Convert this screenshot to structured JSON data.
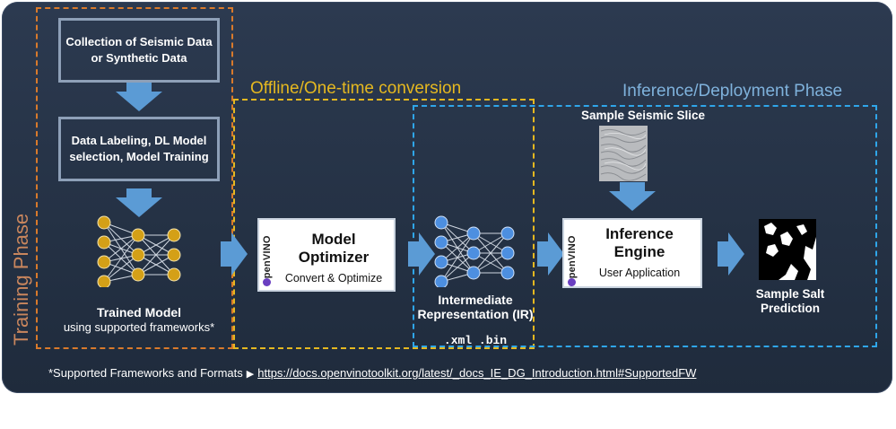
{
  "phases": {
    "training": "Training Phase",
    "offline": "Offline/One-time conversion",
    "inference": "Inference/Deployment Phase"
  },
  "steps": {
    "collection": "Collection of Seismic Data or Synthetic Data",
    "labeling": "Data Labeling, DL Model selection, Model Training"
  },
  "trained_model": {
    "title": "Trained Model",
    "subtitle": "using supported frameworks*"
  },
  "model_optimizer": {
    "logo": "OpenVINO",
    "title": "Model Optimizer",
    "subtitle": "Convert & Optimize"
  },
  "ir": {
    "title": "Intermediate Representation (IR)",
    "files": ".xml .bin"
  },
  "inference_engine": {
    "logo": "OpenVINO",
    "title": "Inference Engine",
    "subtitle": "User Application"
  },
  "sample_slice": "Sample Seismic Slice",
  "sample_prediction": "Sample Salt Prediction",
  "footnote": {
    "text": "*Supported Frameworks and Formats",
    "link": "https://docs.openvinotoolkit.org/latest/_docs_IE_DG_Introduction.html#SupportedFW"
  },
  "colors": {
    "training": "#d97a2b",
    "offline": "#e5b820",
    "inference": "#2fa6ea",
    "arrow": "#5b9bd5",
    "node_gold": "#d4a017",
    "node_blue": "#4d8fe0"
  },
  "icons": [
    "neural-network-icon",
    "seismic-slice-image",
    "salt-prediction-image",
    "openvino-logo-icon",
    "arrow-icon"
  ]
}
